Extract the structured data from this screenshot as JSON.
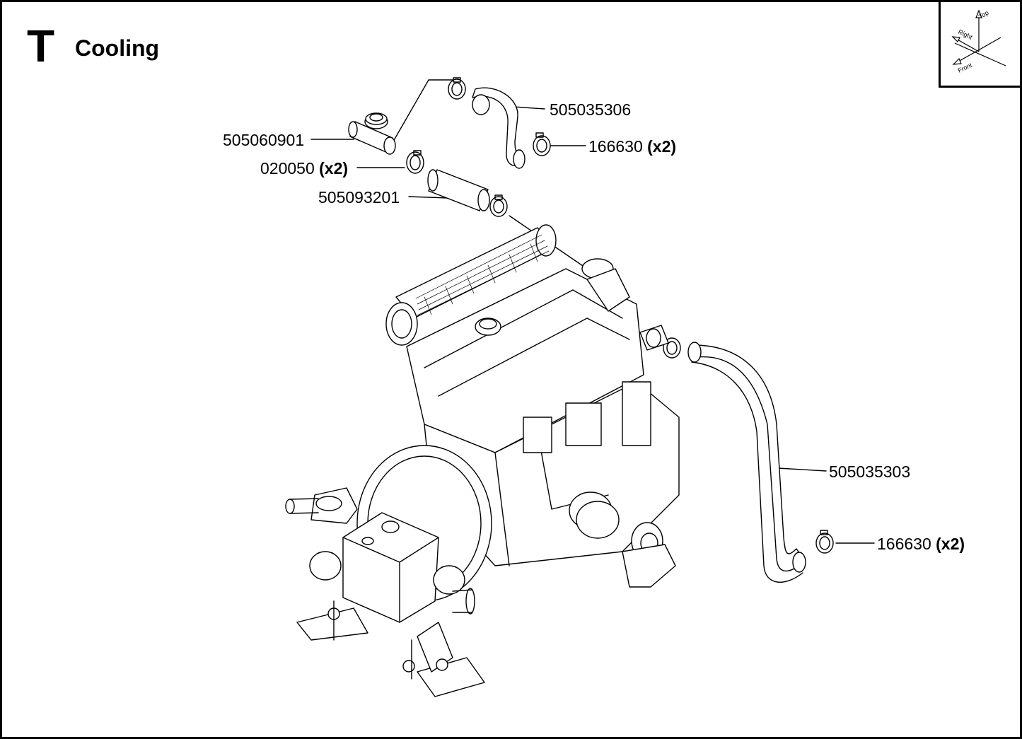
{
  "header": {
    "section_letter": "T",
    "title": "Cooling"
  },
  "orientation": {
    "top": "Top",
    "right": "Right",
    "front": "Front"
  },
  "callouts": [
    {
      "part": "505035306",
      "qty": ""
    },
    {
      "part": "505060901",
      "qty": ""
    },
    {
      "part": "166630",
      "qty": "(x2)"
    },
    {
      "part": "020050",
      "qty": "(x2)"
    },
    {
      "part": "505093201",
      "qty": ""
    },
    {
      "part": "505035303",
      "qty": ""
    },
    {
      "part": "166630",
      "qty": "(x2)"
    }
  ]
}
